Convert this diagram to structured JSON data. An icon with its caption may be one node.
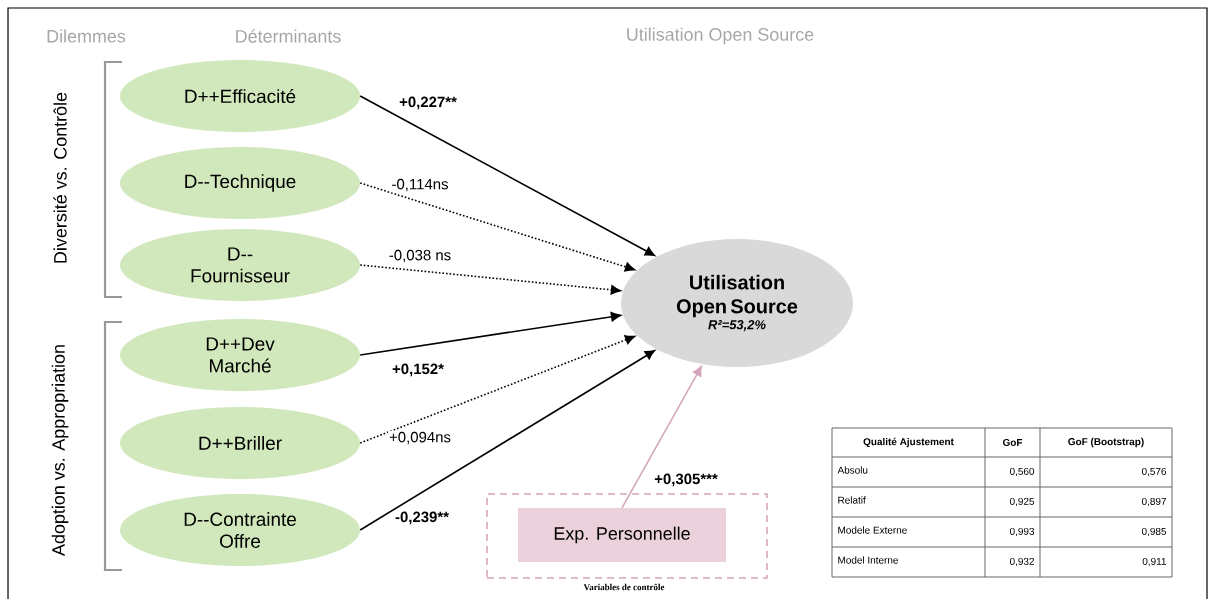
{
  "diagram": {
    "nodes": [
      {
        "text": [
          "D++Efficacité"
        ]
      },
      {
        "text": [
          "D--Technique"
        ]
      },
      {
        "text": [
          "D-- Fournisseur"
        ]
      },
      {
        "text": [
          "D++Dev Marché"
        ]
      },
      {
        "text": [
          "D++Briller"
        ]
      },
      {
        "text": [
          "D--Contrainte Offre"
        ]
      },
      {
        "text": [
          "Utilisation Open Source",
          "R²=53,2%"
        ]
      },
      {
        "text": [
          "Variables de contrôle"
        ]
      },
      {
        "text": [
          "Exp. Personnelle"
        ],
        "in": 7
      }
    ],
    "edges": [
      {
        "from": 0,
        "to": 6,
        "arrow": "to",
        "label": "+0,227**"
      },
      {
        "from": 1,
        "to": 6,
        "arrow": "to",
        "label": "-0,114ns",
        "style": "dashed"
      },
      {
        "from": 2,
        "to": 6,
        "arrow": "to",
        "label": "-0,038 ns",
        "style": "dashed"
      },
      {
        "from": 3,
        "to": 6,
        "arrow": "to",
        "label": "+0,152*"
      },
      {
        "from": 4,
        "to": 6,
        "arrow": "to",
        "label": "+0,094ns",
        "style": "dashed"
      },
      {
        "from": 5,
        "to": 6,
        "arrow": "to",
        "label": "-0,239**"
      },
      {
        "from": 8,
        "to": 6,
        "arrow": "to",
        "label": "+0,305***",
        "color": "#d5a6bd"
      }
    ],
    "labels": [
      "Dilemmes",
      "Déterminants",
      "Utilisation Open Source",
      "Diversité vs. Contrôle",
      "Adoption vs. Appropriation",
      "Qualité Ajustement",
      "GoF",
      "GoF (Bootstrap)",
      "Absolu",
      "0,560",
      "0,576",
      "Relatif",
      "0,925",
      "0,897",
      "Modele Externe",
      "0,993",
      "0,985",
      "Model Interne",
      "0,932",
      "0,911"
    ]
  }
}
